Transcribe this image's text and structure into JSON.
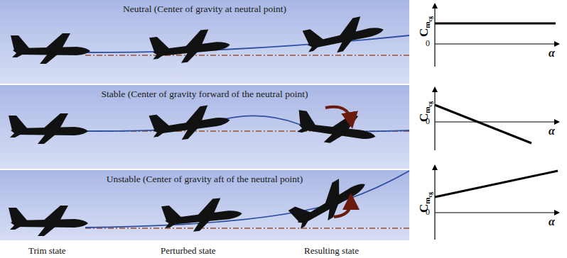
{
  "diagram": {
    "nodes": [
      {
        "text": [
          "Neutral (Center of gravity at neutral point)"
        ]
      },
      {
        "text": [
          "Stable (Center of gravity forward of the neutral point)"
        ]
      },
      {
        "text": [
          "Unstable (Center of gravity aft of the neutral point)"
        ]
      }
    ],
    "labels": [
      "Trim state",
      "Perturbed state",
      "Resulting state",
      "C",
      "m",
      "cg",
      "0",
      "α",
      "C",
      "m",
      "cg",
      "0",
      "α",
      "C",
      "m",
      "cg",
      "0",
      "α"
    ]
  }
}
